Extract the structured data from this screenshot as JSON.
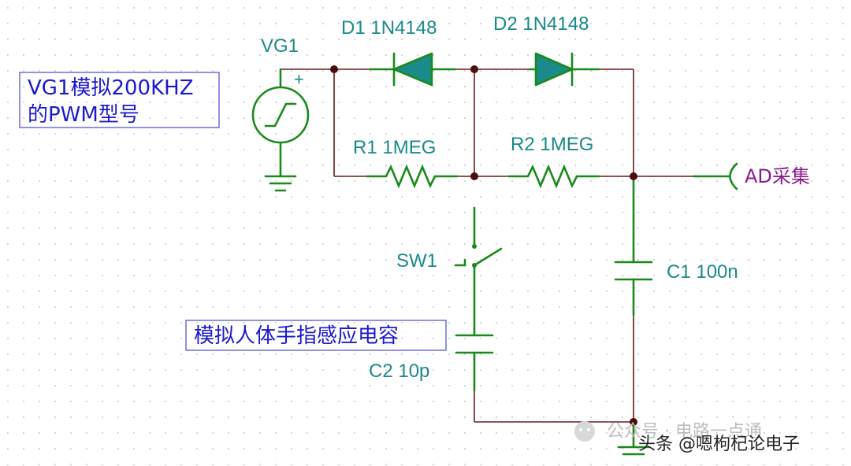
{
  "components": {
    "vg1": "VG1",
    "vg1_plus": "+",
    "d1": "D1 1N4148",
    "d2": "D2 1N4148",
    "r1": "R1 1MEG",
    "r2": "R2 1MEG",
    "sw1": "SW1",
    "c1": "C1 100n",
    "c2": "C2 10p"
  },
  "port": {
    "label": "AD采集"
  },
  "notes": {
    "pwm_line1": "VG1模拟200KHZ",
    "pwm_line2": "的PWM型号",
    "finger": "模拟人体手指感应电容"
  },
  "watermark": {
    "text1": "公众号 · 电路一点通",
    "text2": "头条 @嗯枸杞论电子"
  },
  "colors": {
    "component_label": "#1a8a8a",
    "component_symbol": "#1a8a1a",
    "wire": "#6b1a1a",
    "node": "#4a0e0e",
    "note_text": "#1a1acc",
    "port_label": "#8a1a8a",
    "diode_fill": "#1a8a8a"
  }
}
